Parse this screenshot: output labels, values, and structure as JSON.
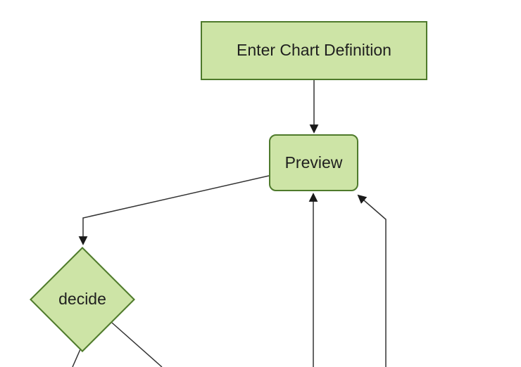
{
  "diagram": {
    "type": "flowchart",
    "orientation": "top-down",
    "nodes": [
      {
        "id": "enter-chart-definition",
        "label": "Enter Chart Definition",
        "shape": "rectangle"
      },
      {
        "id": "preview",
        "label": "Preview",
        "shape": "rounded-rectangle"
      },
      {
        "id": "decide",
        "label": "decide",
        "shape": "diamond"
      }
    ],
    "edges": [
      {
        "from": "enter-chart-definition",
        "to": "preview",
        "arrowhead": true
      },
      {
        "from": "preview",
        "to": "decide",
        "arrowhead": true,
        "path": "bends left then down"
      },
      {
        "from": "offscreen-bottom",
        "to": "preview",
        "arrowhead": true,
        "path": "vertical into bottom center"
      },
      {
        "from": "offscreen-bottom-right",
        "to": "preview",
        "arrowhead": true,
        "path": "vertical then diagonal into bottom-right corner"
      },
      {
        "from": "decide",
        "to": "offscreen-bottom-left",
        "arrowhead": false
      },
      {
        "from": "decide",
        "to": "offscreen-bottom-right",
        "arrowhead": false
      }
    ],
    "colors": {
      "background": "#ffffff",
      "node_fill": "#cde4a6",
      "node_border": "#4e7a2b",
      "edge_stroke": "#333333",
      "arrowhead": "#1a1a1a",
      "label_text": "#1f1f1f"
    }
  }
}
